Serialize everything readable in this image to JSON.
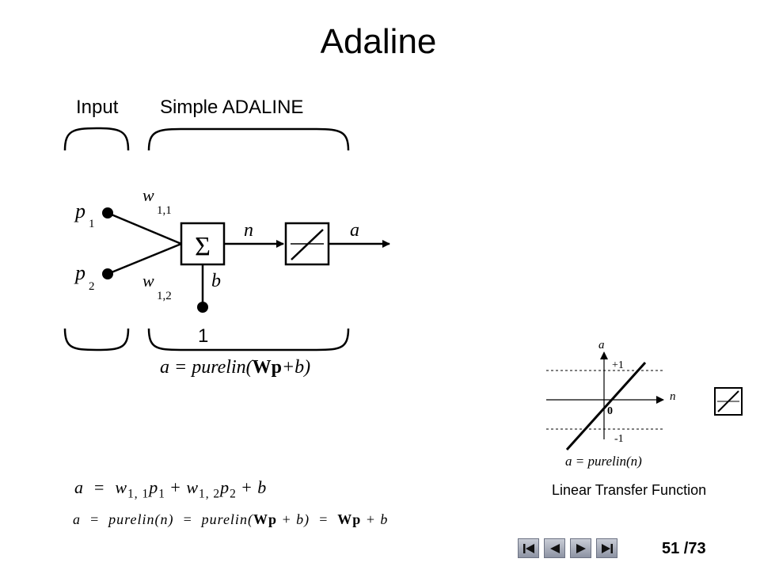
{
  "slide": {
    "title": "Adaline"
  },
  "diagram": {
    "label_input": "Input",
    "label_simple_adaline": "Simple ADALINE",
    "p1": "p",
    "p1_sub": "1",
    "p2": "p",
    "p2_sub": "2",
    "w11": "w",
    "w11_sub": "1,1",
    "w12": "w",
    "w12_sub": "1,2",
    "sum_symbol": "Σ",
    "n_label": "n",
    "a_label": "a",
    "b_label": "b",
    "bias_input": "1",
    "formula_a": "a = purelin(",
    "formula_bold": "Wp",
    "formula_b": "+b)"
  },
  "transfer_plot": {
    "axis_a": "a",
    "axis_n": "n",
    "plus_one": "+1",
    "zero": "0",
    "minus_one": "-1",
    "formula": "a = purelin(n)",
    "caption": "Linear Transfer Function"
  },
  "equations": {
    "eq1_a": "a",
    "eq1_eq": "=",
    "eq1_w11": "w",
    "eq1_w11_sub": "1, 1",
    "eq1_p1": "p",
    "eq1_p1_sub": "1",
    "eq1_plus1": "+",
    "eq1_w12": "w",
    "eq1_w12_sub": "1, 2",
    "eq1_p2": "p",
    "eq1_p2_sub": "2",
    "eq1_plus2": "+",
    "eq1_b": "b",
    "eq2_left": "a  =  purelin(n)  =  purelin(",
    "eq2_wp": "W",
    "eq2_p": "p",
    "eq2_mid": " + b)  =  ",
    "eq2_wp2": "W",
    "eq2_p2": "p",
    "eq2_end": " + b"
  },
  "navigation": {
    "page_label": "51 /73"
  }
}
